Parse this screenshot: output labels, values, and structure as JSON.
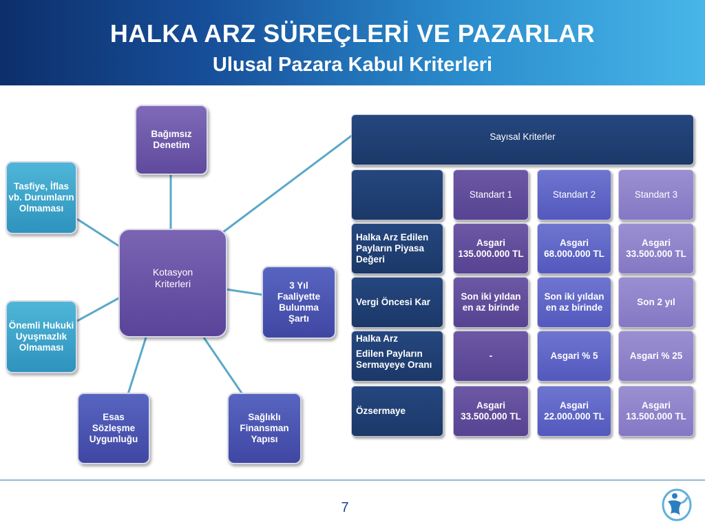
{
  "header": {
    "title": "HALKA ARZ SÜREÇLERİ VE PAZARLAR",
    "subtitle": "Ulusal Pazara Kabul Kriterleri"
  },
  "diagram": {
    "center": "Kotasyon Kriterleri",
    "bagimsiz_denetim": "Bağımsız Denetim",
    "tasfiye": "Tasfiye, İflas vb. Durumların Olmaması",
    "hukuki": "Önemli Hukuki Uyuşmazlık Olmaması",
    "esas": "Esas Sözleşme Uygunluğu",
    "saglikli": "Sağlıklı Finansman Yapısı",
    "faaliyet": "3 Yıl Faaliyette Bulunma Şartı"
  },
  "table": {
    "header": "Sayısal Kriterler",
    "columns": [
      "Standart 1",
      "Standart 2",
      "Standart 3"
    ],
    "rows": [
      {
        "label": "Halka Arz Edilen Payların Piyasa Değeri",
        "values": [
          "Asgari 135.000.000 TL",
          "Asgari 68.000.000 TL",
          "Asgari 33.500.000 TL"
        ]
      },
      {
        "label": "Vergi Öncesi Kar",
        "values": [
          "Son iki yıldan en az birinde",
          "Son iki yıldan en az birinde",
          "Son 2 yıl"
        ]
      },
      {
        "label_line1": "Halka Arz",
        "label_line2": "Edilen Payların Sermayeye Oranı",
        "values": [
          "-",
          "Asgari % 5",
          "Asgari % 25"
        ]
      },
      {
        "label": "Özsermaye",
        "values": [
          "Asgari 33.500.000 TL",
          "Asgari 22.000.000 TL",
          "Asgari 13.500.000 TL"
        ]
      }
    ]
  },
  "footer": {
    "page_number": "7"
  },
  "colors": {
    "header_dark": "#0d2f6b",
    "header_light": "#48b6e8",
    "navy": "#1b3868",
    "purple": "#5f4a9d",
    "teal": "#2e93bd",
    "indigo": "#3f47a3",
    "connector": "#5aa8c8"
  }
}
